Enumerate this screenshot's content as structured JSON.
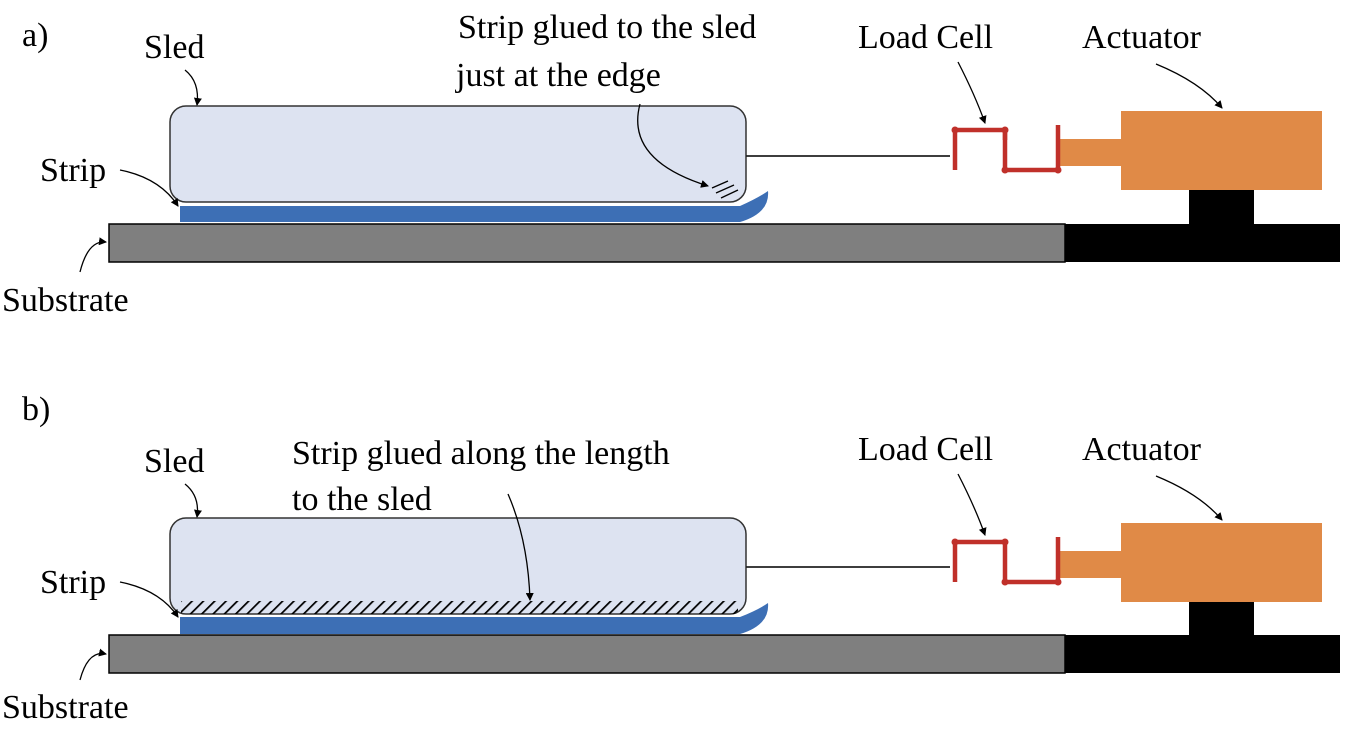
{
  "panels": [
    {
      "id": "a",
      "tag": "a)",
      "sled": "Sled",
      "strip": "Strip",
      "substrate": "Substrate",
      "load_cell": "Load Cell",
      "actuator": "Actuator",
      "note_line1": "Strip glued to the sled",
      "note_line2": "just at the edge",
      "glue": "edge"
    },
    {
      "id": "b",
      "tag": "b)",
      "sled": "Sled",
      "strip": "Strip",
      "substrate": "Substrate",
      "load_cell": "Load Cell",
      "actuator": "Actuator",
      "note_line1": "Strip glued along the length",
      "note_line2": "to the sled",
      "glue": "full"
    }
  ],
  "colors": {
    "sled_fill": "#dde3f1",
    "strip": "#3d6fb5",
    "substrate": "#7f7f7f",
    "base": "#000000",
    "load_cell": "#c0302a",
    "actuator": "#e08a47"
  }
}
